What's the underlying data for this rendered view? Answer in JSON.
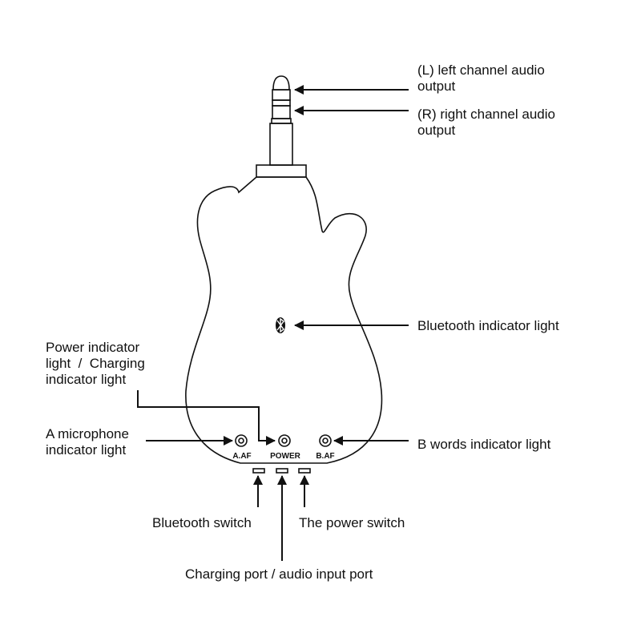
{
  "diagram": {
    "plug_labels": {
      "left_channel": [
        "(L) left channel audio",
        "output"
      ],
      "right_channel": [
        "(R) right channel audio",
        "output"
      ]
    },
    "callouts": {
      "bluetooth_light": "Bluetooth indicator light",
      "power_light": [
        "Power indicator",
        "light  /  Charging",
        "indicator light"
      ],
      "a_mic_light": [
        "A microphone",
        "indicator light"
      ],
      "b_words_light": "B words indicator light",
      "bluetooth_switch": "Bluetooth switch",
      "power_switch": "The power switch",
      "charging_port": "Charging port / audio input port"
    },
    "panel_labels": {
      "a_af": "A.AF",
      "power": "POWER",
      "b_af": "B.AF"
    },
    "icons": [
      "bluetooth-icon",
      "led-ring-icon"
    ]
  }
}
